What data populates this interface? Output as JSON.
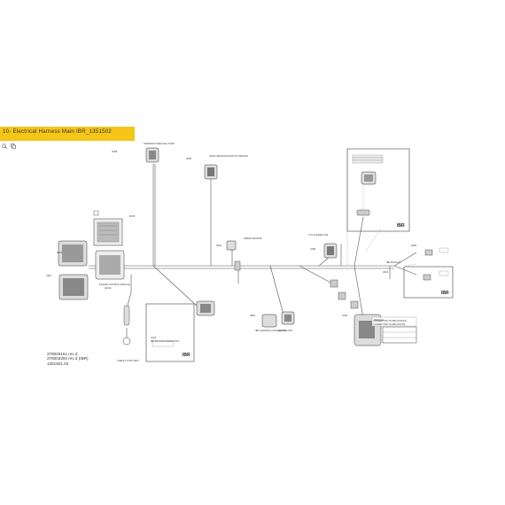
{
  "header": {
    "title": "10- Electrical Harness Main IBR_1351502"
  },
  "toolbar": {
    "icons": [
      "magnify-icon",
      "copy-icon"
    ]
  },
  "diagram": {
    "tags": {
      "fuel_pump": "3068",
      "gear_sensor": "3055",
      "dess_left": "3001",
      "ecm_top_left": "3078",
      "ecm_left": "3110",
      "speed_sensor": "3064",
      "ibr_motor": "3103",
      "ibr_connector": "3081",
      "vts": "3185",
      "module": "3109",
      "ibr_module": "3064",
      "right_conn": "3025"
    },
    "labels": {
      "fuel_pump": "TEMPERATURE/FUEL PUMP",
      "gear_sensor": "GEAR SENSOR/POSITION SENSOR",
      "ecm": "ENGINE CONTROL MODULE",
      "ecm_sub": "(ECM)",
      "speed_sensor": "SPEED SENSOR",
      "ibr_harness": "IBR HARNESS CONNECTOR",
      "ibr_motor": "IBR MOTOR CONNECTOR",
      "battery": "CABLE TO BATTERY",
      "ibr_module": "IBR MODULE",
      "vts": "VTS CONNECTOR",
      "regulator": "REGULATOR",
      "module": "MODULE",
      "legend_top": "CONNECTOR TO IBR MODULE",
      "legend_bottom": "CONNECTOR TO IBR MOTOR"
    },
    "ibr_badges": [
      "IBR",
      "IBR",
      "IBR"
    ]
  },
  "references": [
    "278003151 rev d",
    "278003200 rev d (IBR)",
    "1351501.02"
  ]
}
